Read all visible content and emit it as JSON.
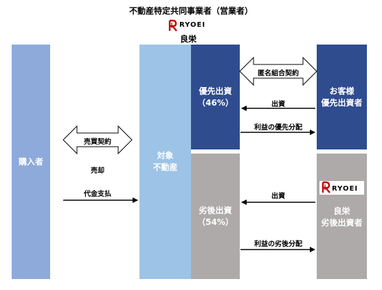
{
  "header": {
    "title": "不動産特定共同事業者（営業者）",
    "company_name": "良栄",
    "logo_text": "RYOEI"
  },
  "colors": {
    "buyer": "#8eaadb",
    "property": "#9dc3e6",
    "navy": "#2f4c8f",
    "gray": "#aeaaaa",
    "accent_red": "#c00000"
  },
  "boxes": {
    "buyer": {
      "label": "購入者"
    },
    "property": {
      "line1": "対象",
      "line2": "不動産"
    },
    "priority_capital": {
      "line1": "優先出資",
      "line2": "（46%）"
    },
    "subordinate_capital": {
      "line1": "劣後出資",
      "line2": "（54%）"
    },
    "priority_investor": {
      "line1": "お客様",
      "line2": "優先出資者"
    },
    "subordinate_investor": {
      "line1": "良栄",
      "line2": "劣後出資者",
      "logo_text": "RYOEI"
    }
  },
  "labels": {
    "sale_contract": "売買契約",
    "sale": "売却",
    "payment": "代金支払",
    "anonymous_partnership": "匿名組合契約",
    "investment_priority": "出資",
    "priority_distribution": "利益の優先分配",
    "investment_subordinate": "出資",
    "subordinate_distribution": "利益の劣後分配"
  }
}
